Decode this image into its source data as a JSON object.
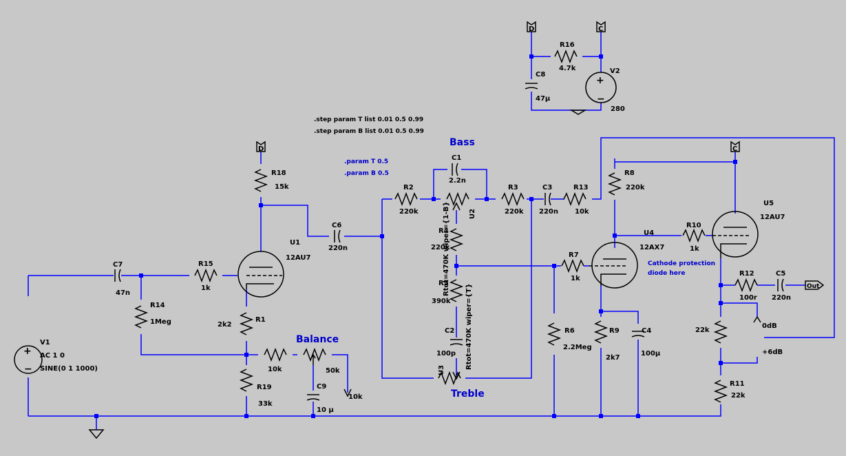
{
  "directives": {
    "step_t": ".step param T list 0.01 0.5 0.99",
    "step_b": ".step param B list 0.01 0.5 0.99",
    "param_t": ".param T 0.5",
    "param_b": ".param B 0.5"
  },
  "titles": {
    "bass": "Bass",
    "treble": "Treble",
    "balance": "Balance"
  },
  "notes": {
    "cathode_line1": "Cathode protection",
    "cathode_line2": "diode here"
  },
  "net_labels": {
    "d_top": "D",
    "c_top": "C",
    "d_u1": "D",
    "c_u5": "C",
    "out": "Out",
    "zero_db": "0dB",
    "plus6_db": "+6dB"
  },
  "components": {
    "r16": {
      "name": "R16",
      "value": "4.7k"
    },
    "c8": {
      "name": "C8",
      "value": "47µ"
    },
    "v2": {
      "name": "V2",
      "value": "280"
    },
    "r18": {
      "name": "R18",
      "value": "15k"
    },
    "u1": {
      "name": "U1",
      "value": "12AU7"
    },
    "c6": {
      "name": "C6",
      "value": "220n"
    },
    "c7": {
      "name": "C7",
      "value": "47n"
    },
    "r15": {
      "name": "R15",
      "value": "1k"
    },
    "r14": {
      "name": "R14",
      "value": "1Meg"
    },
    "r1": {
      "name": "R1",
      "value": "2k2"
    },
    "r19": {
      "name": "R19",
      "value": "33k"
    },
    "c9": {
      "name": "C9",
      "value": "10 µ"
    },
    "balance_r": {
      "value": "10k"
    },
    "balance_pot": {
      "value": "50k"
    },
    "balance_out": {
      "value": "10k"
    },
    "v1": {
      "name": "V1",
      "line1": "AC 1 0",
      "line2": "SINE(0 1 1000)"
    },
    "c1": {
      "name": "C1",
      "value": "2.2n"
    },
    "r2": {
      "name": "R2",
      "value": "220k"
    },
    "r3": {
      "name": "R3",
      "value": "220k"
    },
    "u2": {
      "name": "U2"
    },
    "r4": {
      "name": "R4",
      "value": "220k"
    },
    "r5": {
      "name": "R5",
      "value": "390k"
    },
    "c2": {
      "name": "C2",
      "value": "100p"
    },
    "u3": {
      "name": "U3"
    },
    "rot_b": "Rtot=470K wiper={1-B}",
    "rot_t": "Rtot=470K wiper={T}",
    "c3": {
      "name": "C3",
      "value": "220n"
    },
    "r13": {
      "name": "R13",
      "value": "10k"
    },
    "r8": {
      "name": "R8",
      "value": "220k"
    },
    "u4": {
      "name": "U4",
      "value": "12AX7"
    },
    "r7": {
      "name": "R7",
      "value": "1k"
    },
    "r6": {
      "name": "R6",
      "value": "2.2Meg"
    },
    "r9": {
      "name": "R9",
      "value": "2k7"
    },
    "c4": {
      "name": "C4",
      "value": "100µ"
    },
    "r10": {
      "name": "R10",
      "value": "1k"
    },
    "u5": {
      "name": "U5",
      "value": "12AU7"
    },
    "r12": {
      "name": "R12",
      "value": "100r"
    },
    "c5": {
      "name": "C5",
      "value": "220n"
    },
    "r22": {
      "value": "22k"
    },
    "r11": {
      "name": "R11",
      "value": "22k"
    }
  }
}
